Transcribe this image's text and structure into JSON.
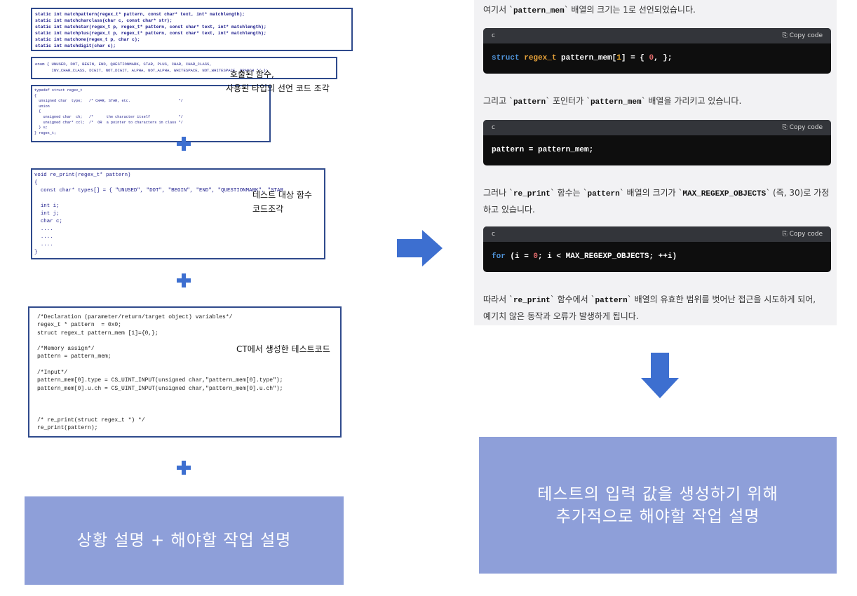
{
  "left": {
    "box1_lines": [
      "static int matchpattern(regex_t* pattern, const char* text, int* matchlength);",
      "static int matchcharclass(char c, const char* str);",
      "static int matchstar(regex_t p, regex_t* pattern, const char* text, int* matchlength);",
      "static int matchplus(regex_t p, regex_t* pattern, const char* text, int* matchlength);",
      "static int matchone(regex_t p, char c);",
      "static int matchdigit(char c);"
    ],
    "box2_lines": [
      "enum { UNUSED, DOT, BEGIN, END, QUESTIONMARK, STAR, PLUS, CHAR, CHAR_CLASS,",
      "       INV_CHAR_CLASS, DIGIT, NOT_DIGIT, ALPHA, NOT_ALPHA, WHITESPACE, NOT_WHITESPACE, BRANCH */ };"
    ],
    "box3_lines": [
      "typedef struct regex_t",
      "{",
      "  unsigned char  type;   /* CHAR, STAR, etc.                      */",
      "  union",
      "  {",
      "    unsigned char  ch;   /*      the character itself             */",
      "    unsigned char* ccl;  /*  OR  a pointer to characters in class */",
      "  } u;",
      "} regex_t;"
    ],
    "note1_line1": "호출된 함수,",
    "note1_line2": "사용된 타입의 선언 코드 조각",
    "box4_lines": [
      "void re_print(regex_t* pattern)",
      "{",
      "  const char* types[] = { \"UNUSED\", \"DOT\", \"BEGIN\", \"END\", \"QUESTIONMARK\", \"STAR",
      "",
      "  int i;",
      "  int j;",
      "  char c;",
      "  ....",
      "  ....",
      "  ....",
      "}"
    ],
    "note2_line1": "테스트 대상 함수",
    "note2_line2": "코드조각",
    "box5_lines": [
      "/*Declaration (parameter/return/target object) variables*/",
      "regex_t * pattern  = 0x0;",
      "struct regex_t pattern_mem [1]={0,};",
      "",
      "/*Memory assign*/",
      "pattern = pattern_mem;",
      "",
      "/*Input*/",
      "pattern_mem[0].type = CS_UINT_INPUT(unsigned char,\"pattern_mem[0].type\");",
      "pattern_mem[0].u.ch = CS_UINT_INPUT(unsigned char,\"pattern_mem[0].u.ch\");",
      "",
      "",
      "",
      "/* re_print(struct regex_t *) */",
      "re_print(pattern);"
    ],
    "note3": "CT에서 생성한 테스트코드",
    "bottom_box": "상황 설명 + 해야할 작업 설명"
  },
  "right": {
    "p1_a": "여기서 `",
    "p1_code": "pattern_mem",
    "p1_b": "` 배열의 크기는 1로 선언되었습니다.",
    "block1_lang": "c",
    "block1_copy": "Copy code",
    "p2_a": "그리고 `",
    "p2_code1": "pattern",
    "p2_b": "` 포인터가 `",
    "p2_code2": "pattern_mem",
    "p2_c": "` 배열을 가리키고 있습니다.",
    "block2_lang": "c",
    "block2_copy": "Copy code",
    "block2_code": "pattern = pattern_mem;",
    "p3_a": "그러나 `",
    "p3_code1": "re_print",
    "p3_b": "` 함수는 `",
    "p3_code2": "pattern",
    "p3_c": "` 배열의 크기가 `",
    "p3_code3": "MAX_REGEXP_OBJECTS",
    "p3_d": "` (즉, 30)로 가정",
    "p3_e": "하고 있습니다.",
    "block3_lang": "c",
    "block3_copy": "Copy code",
    "p4_a": "따라서 `",
    "p4_code1": "re_print",
    "p4_b": "` 함수에서 `",
    "p4_code2": "pattern",
    "p4_c": "` 배열의 유효한 범위를 벗어난 접근을 시도하게 되어,",
    "p4_d": "예기치 않은 동작과 오류가 발생하게 됩니다.",
    "bottom_line1": "테스트의 입력 값을 생성하기 위해",
    "bottom_line2": "추가적으로 해야할 작업 설명"
  },
  "colors": {
    "arrow": "#3d6fd0",
    "box_fill": "#8e9fd9",
    "code_border": "#2f4a8c"
  }
}
